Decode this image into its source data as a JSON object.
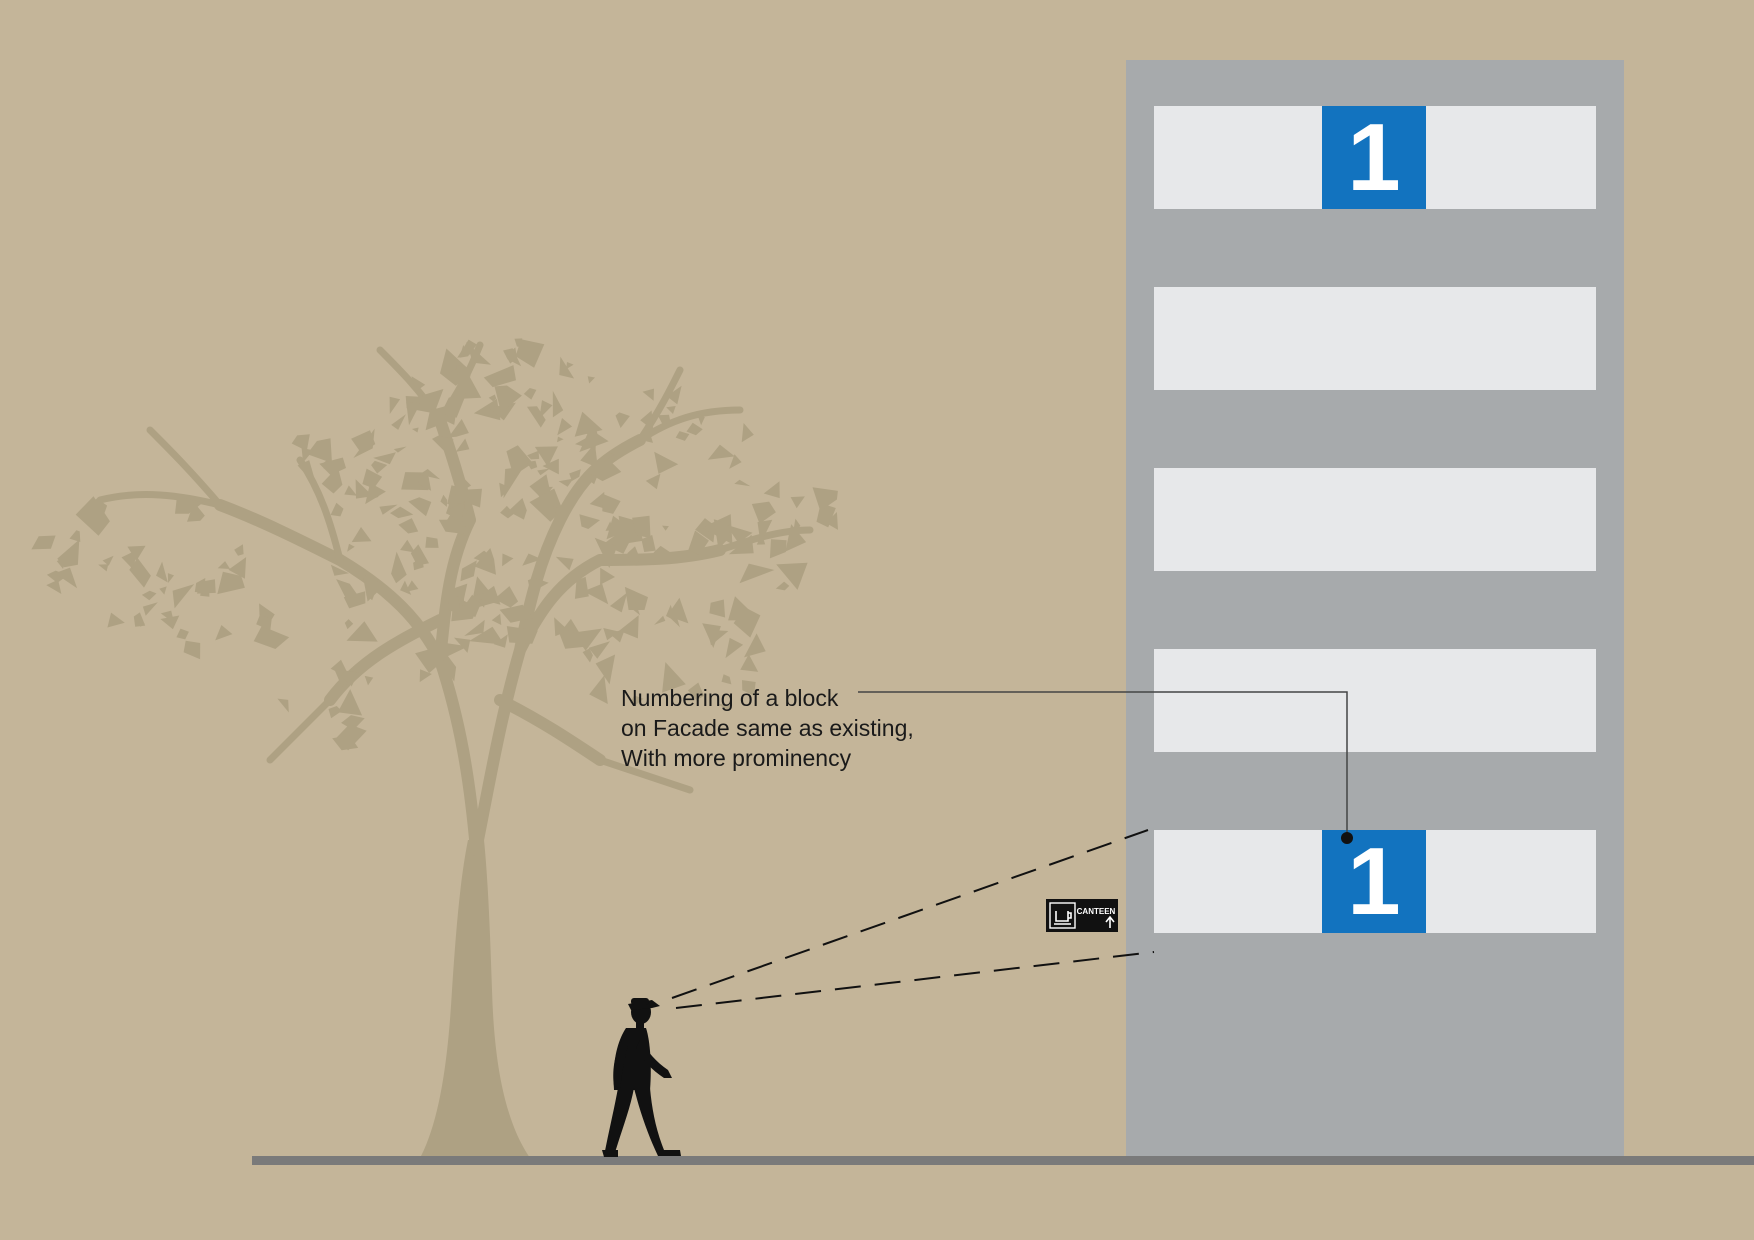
{
  "colors": {
    "background": "#c4b599",
    "tree": "#aea183",
    "building": "#a7aaac",
    "window_band": "#e7e8ea",
    "block_number_bg": "#1273bf",
    "block_number_text": "#ffffff",
    "ground": "#7a7a7a",
    "ink": "#111111"
  },
  "building": {
    "block_number_top": "1",
    "block_number_lower": "1"
  },
  "annotation": {
    "lines": [
      "Numbering of a block",
      "on Facade same as existing,",
      "With more prominency"
    ]
  },
  "wayfinding_sign": {
    "label": "CANTEEN",
    "icon": "canteen-icon",
    "arrow": "arrow-up-icon"
  },
  "figures": {
    "pedestrian": "walking-person-icon",
    "tree": "tree-icon"
  }
}
